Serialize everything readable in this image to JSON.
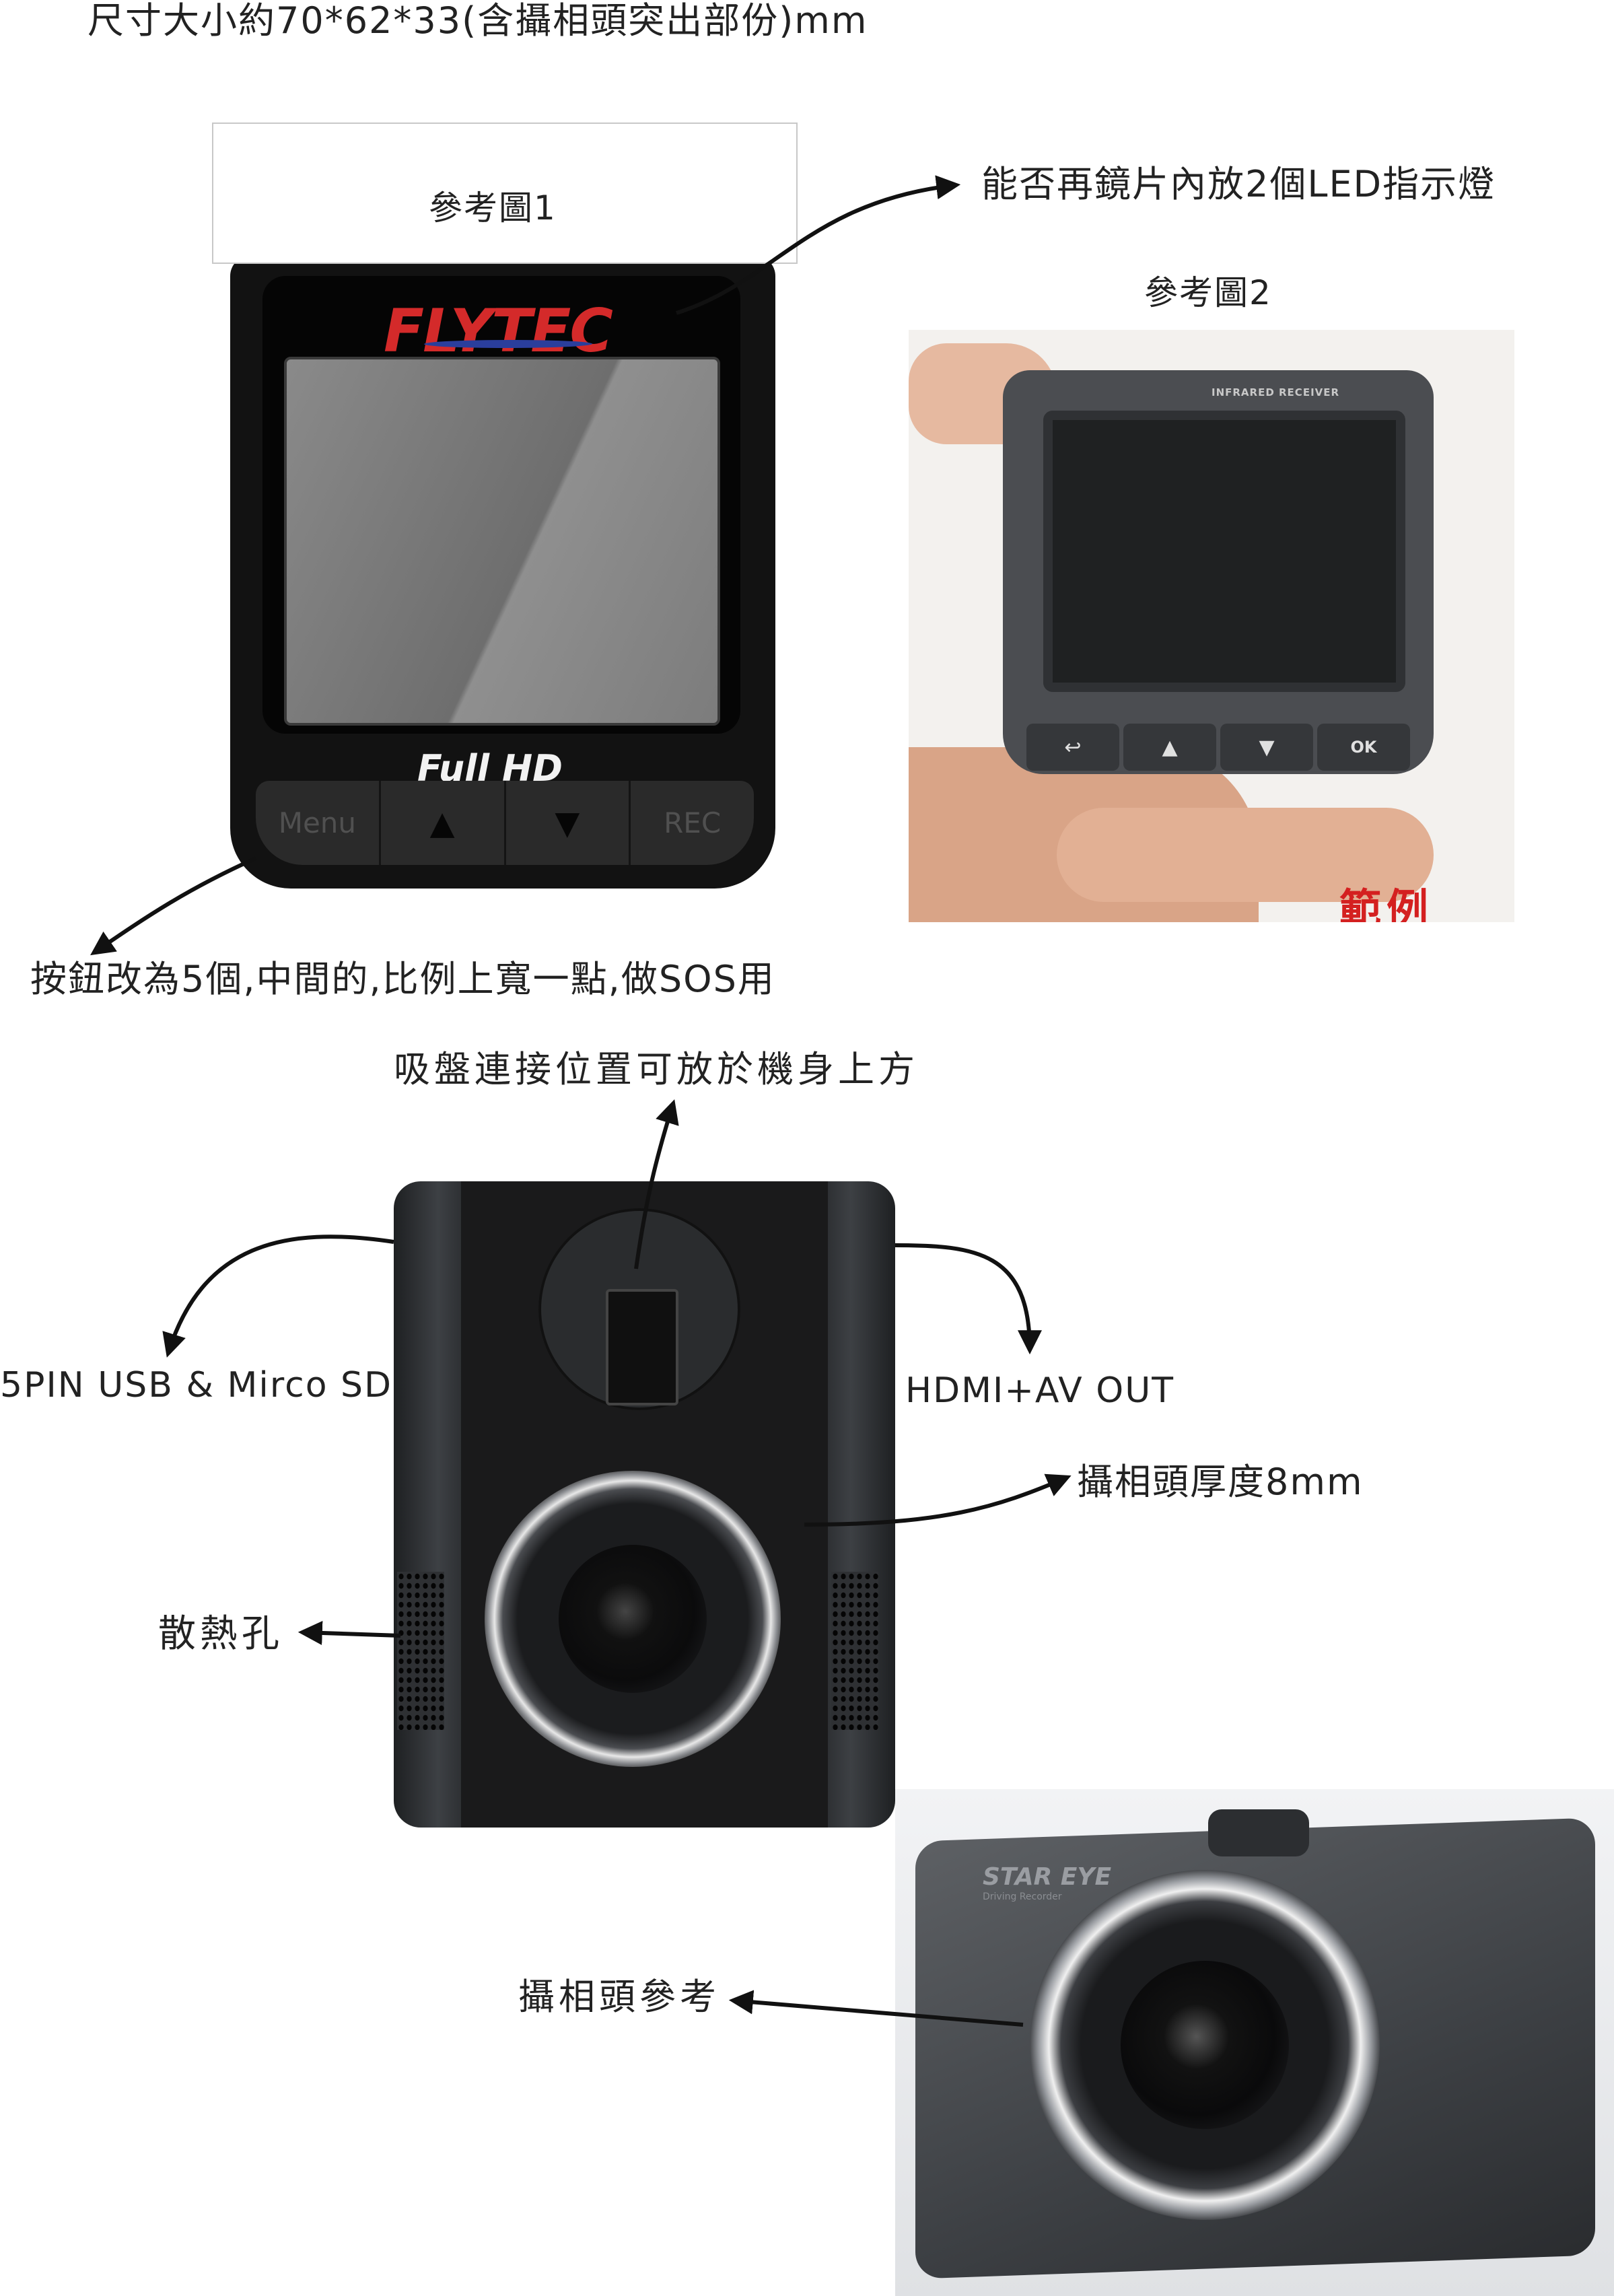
{
  "header": {
    "dimensions_note": "尺寸大小約70*62*33(含攝相頭突出部份)mm"
  },
  "ref1": {
    "caption": "參考圖1",
    "brand": "FLYTEC",
    "badge": "Full HD",
    "buttons": [
      "Menu",
      "▲",
      "▼",
      "REC"
    ]
  },
  "ref2": {
    "caption": "參考圖2",
    "top_label": "INFRARED RECEIVER",
    "buttons": [
      "↩",
      "▲",
      "▼",
      "OK"
    ],
    "watermark": "範例"
  },
  "annotations": {
    "led": "能否再鏡片內放2個LED指示燈",
    "buttons_change": "按鈕改為5個,中間的,比例上寬一點,做SOS用",
    "mount": "吸盤連接位置可放於機身上方",
    "usb": "5PIN USB & Mirco SD",
    "hdmi": "HDMI+AV OUT",
    "lens_thickness": "攝相頭厚度8mm",
    "vents": "散熱孔",
    "lens_ref": "攝相頭參考"
  },
  "ref3": {
    "brand": "STAR EYE",
    "sub": "Driving Recorder"
  },
  "colors": {
    "arrow": "#111111",
    "brand_red": "#d42a2a",
    "brand_blue": "#2a3e9c",
    "watermark_red": "#d42020"
  }
}
